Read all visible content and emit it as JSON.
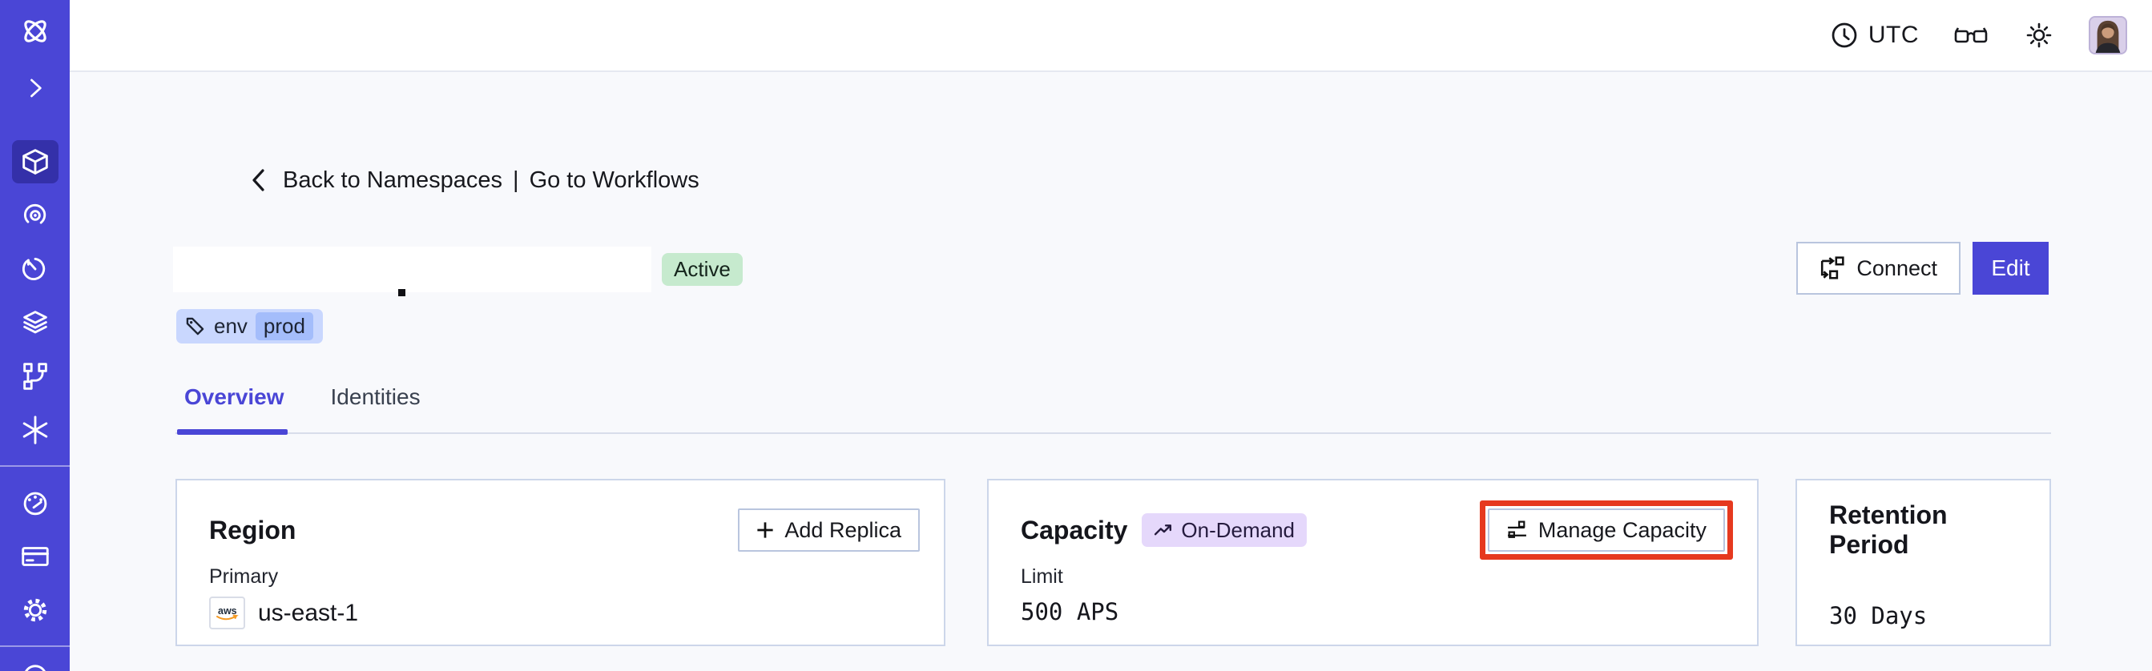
{
  "topbar": {
    "timezone_label": "UTC"
  },
  "breadcrumb": {
    "back_label": "Back to Namespaces",
    "separator": "|",
    "forward_label": "Go to Workflows"
  },
  "namespace": {
    "status_badge": "Active",
    "tag": {
      "key": "env",
      "value": "prod"
    }
  },
  "actions": {
    "connect_label": "Connect",
    "edit_label": "Edit"
  },
  "tabs": [
    {
      "label": "Overview",
      "active": true
    },
    {
      "label": "Identities",
      "active": false
    }
  ],
  "cards": {
    "region": {
      "title": "Region",
      "add_replica_label": "Add Replica",
      "primary_label": "Primary",
      "provider": "aws",
      "value": "us-east-1"
    },
    "capacity": {
      "title": "Capacity",
      "badge_label": "On-Demand",
      "manage_label": "Manage Capacity",
      "limit_label": "Limit",
      "value": "500 APS"
    },
    "retention": {
      "title": "Retention Period",
      "value": "30 Days"
    }
  },
  "colors": {
    "accent_indigo": "#4a46d6",
    "status_green_bg": "#c6eace",
    "tag_blue_bg": "#c9d7fe",
    "tag_blue_inner": "#a4bdfb",
    "ondemand_purple_bg": "#e5d8fb",
    "annotation_red": "#e6391f",
    "aws_orange": "#f59a23",
    "page_bg": "#f8f9fc"
  }
}
